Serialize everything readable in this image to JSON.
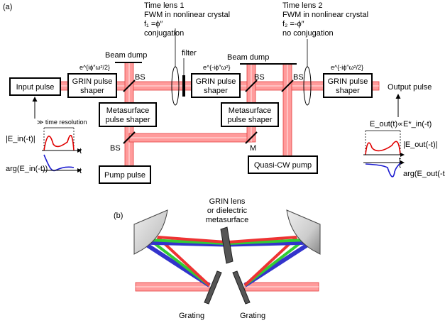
{
  "panel_a": {
    "label": "(a)",
    "time_lens_1": {
      "line1": "Time lens 1",
      "line2": "FWM in nonlinear crystal",
      "line3": "f₁ =ϕ″",
      "line4": "conjugation"
    },
    "time_lens_2": {
      "line1": "Time lens 2",
      "line2": "FWM in nonlinear crystal",
      "line3": "f₂ =-ϕ″",
      "line4": "no conjugation"
    },
    "filter": "filter",
    "beam_dump": "Beam dump",
    "bs": "BS",
    "m": "M",
    "input_pulse": "Input pulse",
    "grin_shaper_line1": "GRIN pulse",
    "grin_shaper_line2": "shaper",
    "meta_shaper_line1": "Metasurface",
    "meta_shaper_line2": "pulse shaper",
    "pump_pulse": "Pump pulse",
    "quasi_cw_pump": "Quasi-CW pump",
    "output_pulse": "Output pulse",
    "phase_1": "e^{iϕ″ω²/2}",
    "phase_2": "e^{-iϕ″ω²}",
    "phase_3": "e^{-iϕ″ω²/2}",
    "time_resolution": "≫ time resolution",
    "ein_abs": "|E_in(-t)|",
    "ein_arg": "arg(E_in(-t))",
    "t_axis": "t",
    "eout_relation": "E_out(t)∝E*_in(-t)",
    "eout_abs": "|E_out(-t)|",
    "eout_arg": "arg(E_out(-t))"
  },
  "panel_b": {
    "label": "(b)",
    "center_line1": "GRIN lens",
    "center_line2": "or dielectric",
    "center_line3": "metasurface",
    "grating_left": "Grating",
    "grating_right": "Grating"
  },
  "colors": {
    "beam_fill": "#ff9b9b",
    "beam_edge": "#e34040",
    "red_curve": "#e00000",
    "blue_curve": "#1a1ad0",
    "green_ray": "#33cc33"
  }
}
